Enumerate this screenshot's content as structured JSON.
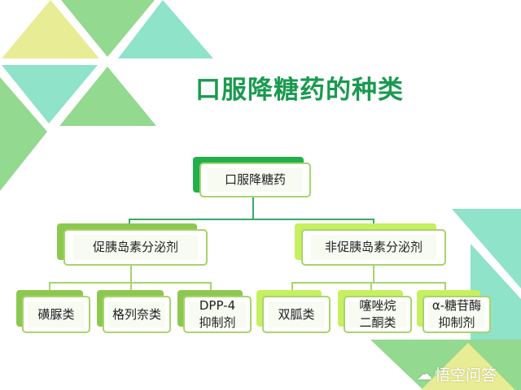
{
  "title": "口服降糖药的种类",
  "root": "口服降糖药",
  "branches": [
    {
      "label": "促胰岛素分泌剂",
      "children": [
        "磺脲类",
        "格列奈类",
        "DPP-4\n抑制剂"
      ]
    },
    {
      "label": "非促胰岛素分泌剂",
      "children": [
        "双胍类",
        "噻唑烷\n二酮类",
        "α-糖苷酶\n抑制剂"
      ]
    }
  ],
  "watermark": "悟空问答",
  "colors": {
    "title": "#1a9a50",
    "green": "#8fd48a",
    "teal": "#8ee3c8",
    "yellow": "#e8ec94",
    "lime": "#c6f060"
  }
}
